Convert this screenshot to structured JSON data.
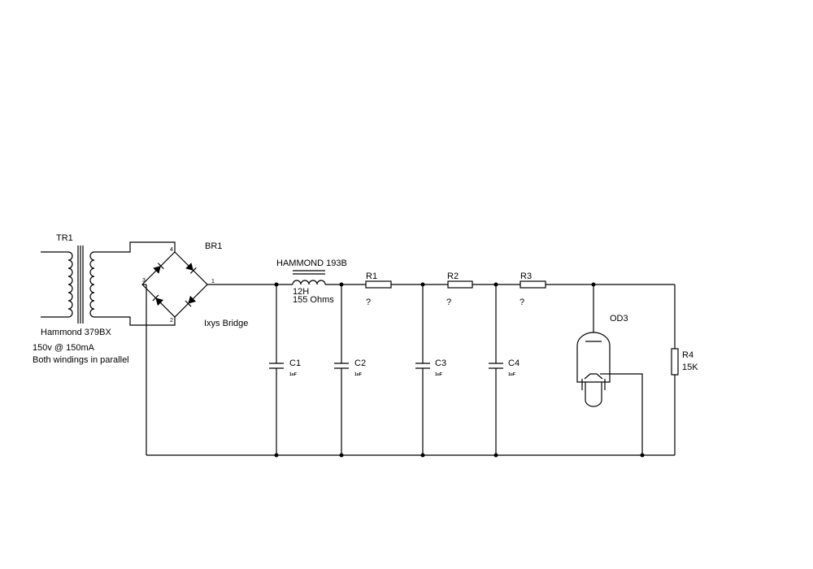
{
  "transformer": {
    "ref": "TR1",
    "model": "Hammond 379BX",
    "rating": "150v @ 150mA",
    "note": "Both windings in parallel"
  },
  "bridge": {
    "ref": "BR1",
    "name": "Ixys Bridge",
    "pin1": "1",
    "pin2": "2",
    "pin3": "3",
    "pin4": "4"
  },
  "choke": {
    "model": "HAMMOND 193B",
    "inductance": "12H",
    "resistance": "155 Ohms"
  },
  "resistors": [
    {
      "ref": "R1",
      "value": "?"
    },
    {
      "ref": "R2",
      "value": "?"
    },
    {
      "ref": "R3",
      "value": "?"
    },
    {
      "ref": "R4",
      "value": "15K"
    }
  ],
  "capacitors": [
    {
      "ref": "C1",
      "value": "1uF"
    },
    {
      "ref": "C2",
      "value": "1uF"
    },
    {
      "ref": "C3",
      "value": "1uF"
    },
    {
      "ref": "C4",
      "value": "1uF"
    }
  ],
  "tube": {
    "ref": "OD3"
  }
}
